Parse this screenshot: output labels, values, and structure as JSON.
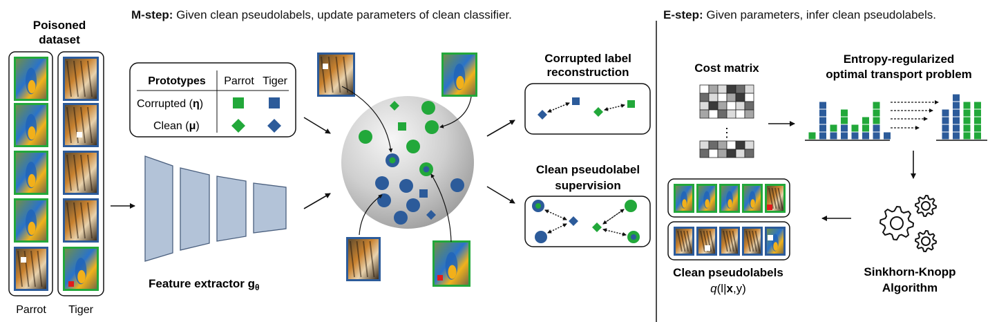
{
  "mstep": {
    "label": "M-step:",
    "text": " Given clean pseudolabels, update parameters of clean classifier."
  },
  "estep": {
    "label": "E-step:",
    "text": " Given parameters, infer clean pseudolabels."
  },
  "dataset": {
    "title1": "Poisoned",
    "title2": "dataset",
    "col1": "Parrot",
    "col2": "Tiger"
  },
  "prototypes": {
    "header": "Prototypes",
    "col1": "Parrot",
    "col2": "Tiger",
    "row1": "Corrupted",
    "row1_sym": "η",
    "row2": "Clean",
    "row2_sym": "μ"
  },
  "feature_extractor": {
    "label": "Feature extractor g",
    "sub": "θ"
  },
  "corrupted": {
    "title1": "Corrupted label",
    "title2": "reconstruction"
  },
  "clean_sup": {
    "title1": "Clean pseudolabel",
    "title2": "supervision"
  },
  "cost_matrix": {
    "title": "Cost matrix",
    "ellipsis": "⋮"
  },
  "ot": {
    "title1": "Entropy-regularized",
    "title2": "optimal transport problem"
  },
  "sinkhorn": {
    "title1": "Sinkhorn-Knopp",
    "title2": "Algorithm"
  },
  "pseudolabels": {
    "title": "Clean pseudolabels",
    "formula_q": "q",
    "formula_open": "(l|",
    "formula_x": "x",
    "formula_rest": ",y)"
  },
  "colors": {
    "green": "#22a83a",
    "blue": "#2c5b9a",
    "gray_fill": "#e8e8e8",
    "fe_fill": "#b3c3d8"
  },
  "icons": [
    "parrot-image",
    "tiger-image",
    "gear-icon",
    "arrow-icon",
    "sphere-icon"
  ]
}
